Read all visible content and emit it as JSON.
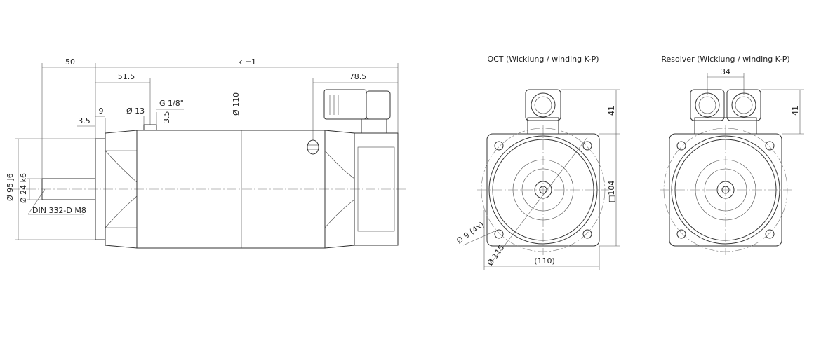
{
  "side_view": {
    "dim_shaft_length": "50",
    "dim_total_length": "k ±1",
    "dim_flange_to_plug": "51.5",
    "dim_connector": "78.5",
    "dim_flange_thickness": "3.5",
    "dim_flange_step": "9",
    "dim_plug_dia": "Ø 13",
    "dim_thread": "G 1/8\"",
    "dim_plug_height": "3.5",
    "dim_body_dia": "Ø 110",
    "dim_pilot_dia": "Ø 95 j6",
    "dim_shaft_dia": "Ø 24 k6",
    "thread_note": "DIN 332-D M8"
  },
  "oct_view": {
    "title": "OCT (Wicklung / winding K-P)",
    "dim_connector_height": "41",
    "dim_square": "□104",
    "dim_hole": "Ø 9 (4x)",
    "dim_bolt_circle": "Ø 115",
    "dim_width": "(110)"
  },
  "resolver_view": {
    "title": "Resolver (Wicklung / winding K-P)",
    "dim_connector_spacing": "34",
    "dim_connector_height": "41"
  }
}
